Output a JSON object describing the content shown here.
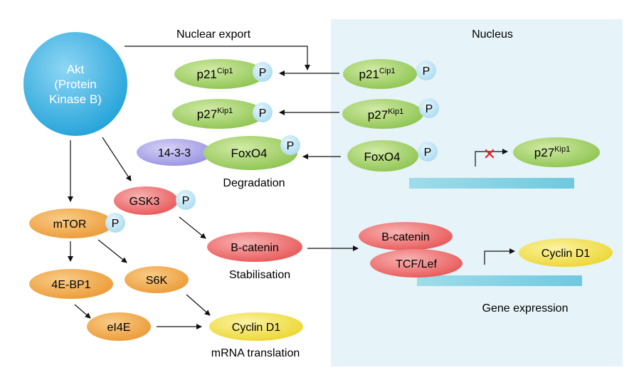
{
  "labels": {
    "nuclear_export": "Nuclear export",
    "nucleus": "Nucleus",
    "degradation": "Degradation",
    "stabilisation": "Stabilisation",
    "mrna_translation": "mRNA translation",
    "gene_expression": "Gene expression"
  },
  "nodes": {
    "akt_line1": "Akt",
    "akt_line2": "(Protein",
    "akt_line3": "Kinase B)",
    "p21_base": "p21",
    "p21_sup": "Cip1",
    "p27_base": "p27",
    "p27_sup": "Kip1",
    "foxo4": "FoxO4",
    "fourteen33": "14-3-3",
    "gsk3": "GSK3",
    "mtor": "mTOR",
    "bcatenin": "B-catenin",
    "tcflef": "TCF/Lef",
    "ebp1": "4E-BP1",
    "s6k": "S6K",
    "ei4e": "eI4E",
    "cyclind1": "Cyclin D1",
    "phospho": "P"
  },
  "colors": {
    "nucleus_bg": "#e6f3f8",
    "green": "#a7d36f",
    "blue_akt": "#3fb1e3",
    "phospho": "#bfe4f4",
    "red": "#ee6a6a",
    "orange": "#f0a54a",
    "yellow": "#f2e04a",
    "purple": "#a9a3e8",
    "dna_bar": "#7fd0e3",
    "inhibit": "#e02020"
  }
}
